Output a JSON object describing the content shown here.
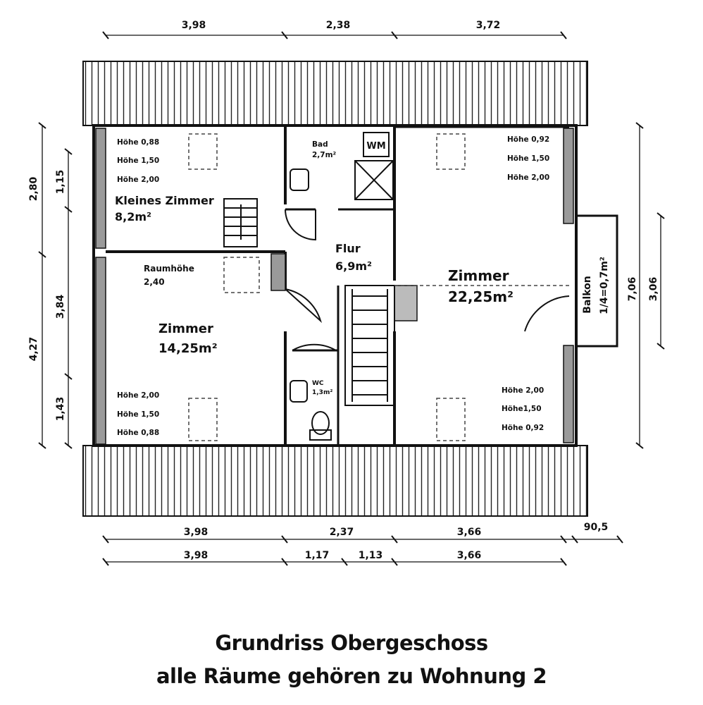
{
  "dimensions": {
    "top": [
      "3,98",
      "2,38",
      "3,72"
    ],
    "bottom_row1": [
      "3,98",
      "2,37",
      "3,66",
      "90,5"
    ],
    "bottom_row2": [
      "3,98",
      "1,17",
      "1,13",
      "3,66"
    ],
    "left_outer": [
      "2,80",
      "4,27"
    ],
    "left_inner": [
      "1,15",
      "3,84",
      "1,43"
    ],
    "right": [
      "7,06",
      "3,06"
    ]
  },
  "rooms": {
    "kleines_zimmer": {
      "name": "Kleines Zimmer",
      "area": "8,2m²",
      "heights": [
        "Höhe 0,88",
        "Höhe 1,50",
        "Höhe 2,00"
      ]
    },
    "bad": {
      "name": "Bad",
      "area": "2,7m²",
      "appliance": "WM"
    },
    "flur": {
      "name": "Flur",
      "area": "6,9m²"
    },
    "zimmer_left": {
      "name": "Zimmer",
      "area": "14,25m²",
      "raumhoehe_label": "Raumhöhe",
      "raumhoehe_value": "2,40",
      "heights": [
        "Höhe 2,00",
        "Höhe 1,50",
        "Höhe 0,88"
      ]
    },
    "wc": {
      "name": "WC",
      "area": "1,3m²"
    },
    "zimmer_right": {
      "name": "Zimmer",
      "area": "22,25m²",
      "heights_top": [
        "Höhe 0,92",
        "Höhe 1,50",
        "Höhe 2,00"
      ],
      "heights_bottom": [
        "Höhe 2,00",
        "Höhe1,50",
        "Höhe 0,92"
      ]
    },
    "balkon": {
      "name": "Balkon",
      "area": "1/4=0,7m²"
    }
  },
  "caption": {
    "line1": "Grundriss Obergeschoss",
    "line2": "alle Räume gehören zu Wohnung 2"
  }
}
